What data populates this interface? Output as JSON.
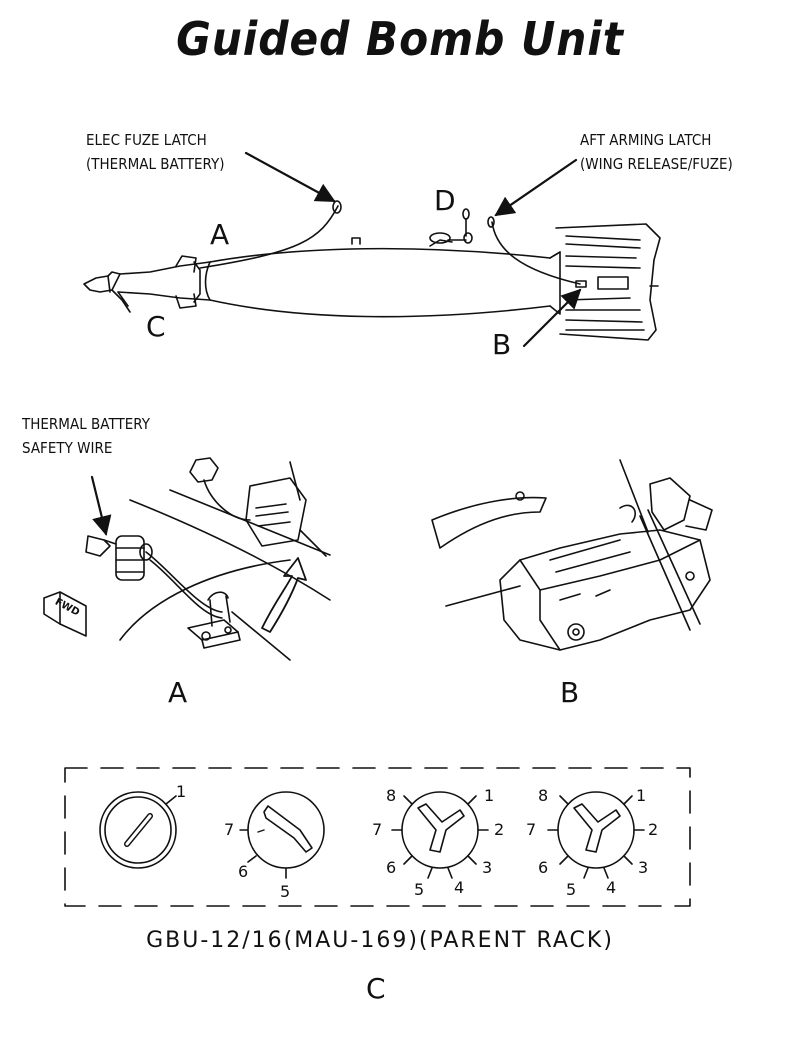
{
  "title": "Guided Bomb Unit",
  "callouts": {
    "elec_fuze_latch": [
      "ELEC FUZE LATCH",
      "(THERMAL BATTERY)"
    ],
    "aft_arming_latch": [
      "AFT ARMING LATCH",
      "(WING RELEASE/FUZE)"
    ],
    "thermal_battery_wire": [
      "THERMAL BATTERY",
      "SAFETY WIRE"
    ],
    "fwd_tag": "FWD"
  },
  "overview_letters": {
    "a": "A",
    "b": "B",
    "c": "C",
    "d": "D"
  },
  "detail_letters": {
    "a": "A",
    "b": "B",
    "c": "C"
  },
  "dials": {
    "dial1": [
      "1"
    ],
    "dial2": [
      "7",
      "6",
      "5"
    ],
    "dial3": [
      "8",
      "1",
      "7",
      "2",
      "6",
      "3",
      "5",
      "4"
    ],
    "dial4": [
      "8",
      "1",
      "7",
      "2",
      "6",
      "3",
      "5",
      "4"
    ]
  },
  "caption": "GBU-12/16(MAU-169)(PARENT RACK)"
}
